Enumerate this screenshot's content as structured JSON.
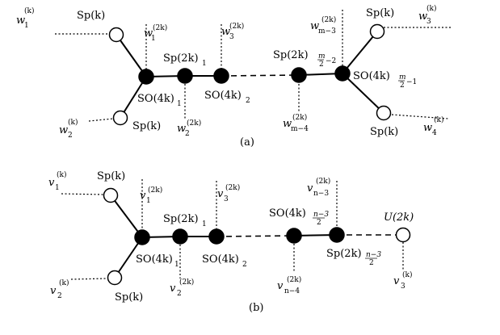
{
  "panel_a": {
    "caption": "(a)",
    "nodes": {
      "sp_top_left": "Sp(k)",
      "sp_bottom_left": "Sp(k)",
      "sp2k_1": "Sp(2k)",
      "sp2k_1_sub": "1",
      "so4k_1": "SO(4k)",
      "so4k_1_sub": "1",
      "so4k_2": "SO(4k)",
      "so4k_2_sub": "2",
      "sp2k_last": "Sp(2k)",
      "sp2k_last_sub_num": "m",
      "sp2k_last_sub_den": "2",
      "sp2k_last_sub_tail": "−2",
      "so4k_last": "SO(4k)",
      "so4k_last_sub_num": "m",
      "so4k_last_sub_den": "2",
      "so4k_last_sub_tail": "−1",
      "sp_top_right": "Sp(k)",
      "sp_bottom_right": "Sp(k)"
    },
    "weights": {
      "w1k": {
        "base": "w",
        "sub": "1",
        "sup": "(k)"
      },
      "w2k": {
        "base": "w",
        "sub": "2",
        "sup": "(k)"
      },
      "w3k": {
        "base": "w",
        "sub": "3",
        "sup": "(k)"
      },
      "w4k": {
        "base": "w",
        "sub": "4",
        "sup": "(k)"
      },
      "w1_2k": {
        "base": "w",
        "sub": "1",
        "sup": "(2k)"
      },
      "w2_2k": {
        "base": "w",
        "sub": "2",
        "sup": "(2k)"
      },
      "w3_2k": {
        "base": "w",
        "sub": "3",
        "sup": "(2k)"
      },
      "wm3_2k": {
        "base": "w",
        "sub": "m−3",
        "sup": "(2k)"
      },
      "wm4_2k": {
        "base": "w",
        "sub": "m−4",
        "sup": "(2k)"
      }
    }
  },
  "panel_b": {
    "caption": "(b)",
    "nodes": {
      "sp_top_left": "Sp(k)",
      "sp_bottom_left": "Sp(k)",
      "sp2k_1": "Sp(2k)",
      "sp2k_1_sub": "1",
      "so4k_1": "SO(4k)",
      "so4k_1_sub": "1",
      "so4k_2": "SO(4k)",
      "so4k_2_sub": "2",
      "so4k_last": "SO(4k)",
      "so4k_last_sub_num": "n−3",
      "so4k_last_sub_den": "2",
      "sp2k_last": "Sp(2k)",
      "sp2k_last_sub_num": "n−3",
      "sp2k_last_sub_den": "2",
      "u2k": "U(2k)"
    },
    "weights": {
      "v1k": {
        "base": "v",
        "sub": "1",
        "sup": "(k)"
      },
      "v2k": {
        "base": "v",
        "sub": "2",
        "sup": "(k)"
      },
      "v3k": {
        "base": "v",
        "sub": "3",
        "sup": "(k)"
      },
      "v1_2k": {
        "base": "v",
        "sub": "1",
        "sup": "(2k)"
      },
      "v2_2k": {
        "base": "v",
        "sub": "2",
        "sup": "(2k)"
      },
      "v3_2k": {
        "base": "v",
        "sub": "3",
        "sup": "(2k)"
      },
      "vn3_2k": {
        "base": "v",
        "sub": "n−3",
        "sup": "(2k)"
      },
      "vn4_2k": {
        "base": "v",
        "sub": "n−4",
        "sup": "(2k)"
      }
    }
  }
}
